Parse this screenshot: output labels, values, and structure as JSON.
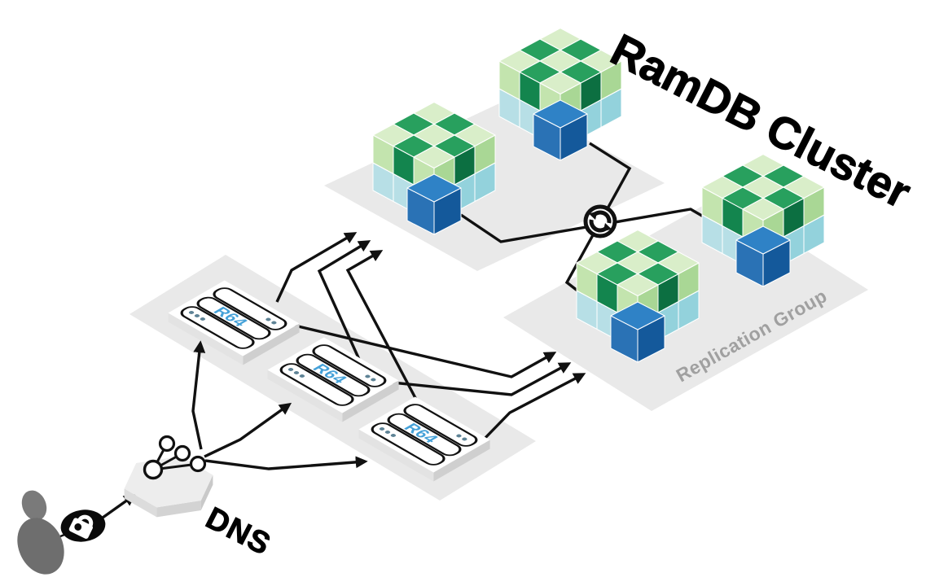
{
  "diagram": {
    "title": "RamDB Cluster",
    "replication_group_label": "Replication Group",
    "dns_label": "DNS",
    "servers": [
      {
        "label": "R64"
      },
      {
        "label": "R64"
      },
      {
        "label": "R64"
      }
    ],
    "icons": {
      "user": "user-icon",
      "lock": "padlock-icon",
      "dns_node": "dns-branch-icon",
      "sync": "sync-replication-icon",
      "cache_cluster": "cache-cluster-cubes-icon",
      "server": "server-slab-icon"
    },
    "colors": {
      "background": "#ffffff",
      "platform": "#e9e9e9",
      "line": "#111111",
      "title_ink": "#000000",
      "label_gray": "#a0a0a0",
      "r64_text": "#45a1d8",
      "server_dots": "#5e8396",
      "user_gray": "#6e6e6e",
      "green_dark": {
        "top": "#28a05e",
        "left": "#13854e",
        "right": "#0c6f41"
      },
      "green_light": {
        "top": "#d9eec9",
        "left": "#c3e4ae",
        "right": "#a9d795"
      },
      "cyan": {
        "top": "#d8ecef",
        "left": "#b7dfe6",
        "right": "#93d2dc"
      },
      "blue": {
        "top": "#2f82c6",
        "left": "#2a72b5",
        "right": "#14599b"
      }
    }
  }
}
